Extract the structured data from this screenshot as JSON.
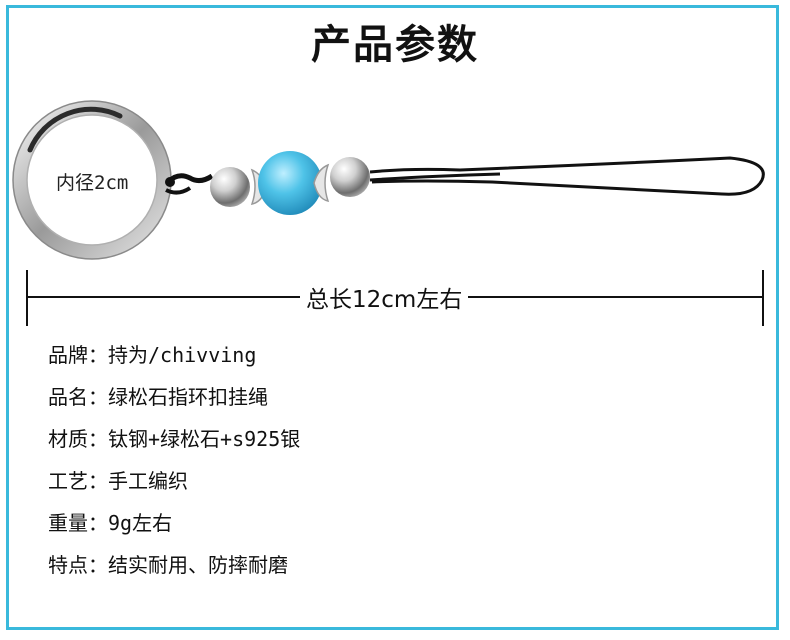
{
  "header": {
    "title": "产品参数"
  },
  "diagram": {
    "ring_label": "内径2cm",
    "length_label": "总长12cm左右"
  },
  "specs": [
    {
      "label": "品牌：",
      "value": "持为/chivving"
    },
    {
      "label": "品名：",
      "value": "绿松石指环扣挂绳"
    },
    {
      "label": "材质：",
      "value": "钛钢+绿松石+s925银"
    },
    {
      "label": "工艺：",
      "value": "手工编织"
    },
    {
      "label": "重量：",
      "value": "9g左右"
    },
    {
      "label": "特点：",
      "value": "结实耐用、防摔耐磨"
    }
  ],
  "colors": {
    "frame": "#39b9dc",
    "bead": "#4fc3e8",
    "cord": "#111111",
    "metal": "#c8c8c8"
  }
}
